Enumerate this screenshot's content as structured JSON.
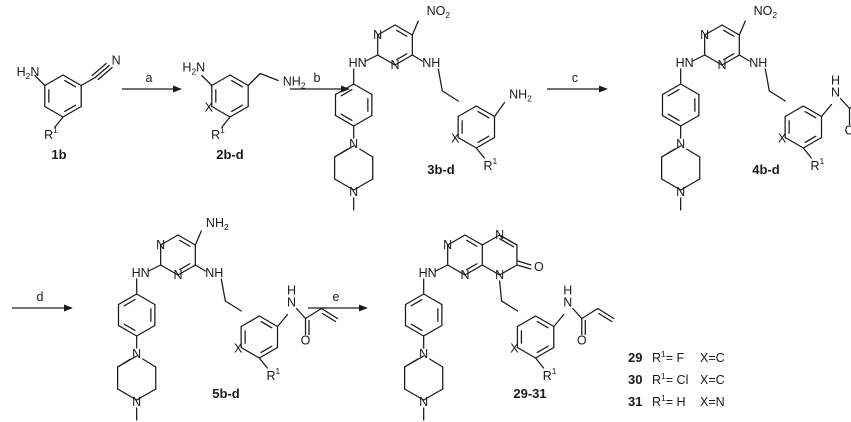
{
  "compounds": {
    "c1b": "1b",
    "c2bd": "2b-d",
    "c3bd": "3b-d",
    "c4bd": "4b-d",
    "c5bd": "5b-d",
    "c2931": "29-31"
  },
  "reagents": {
    "a": "a",
    "b": "b",
    "c": "c",
    "d": "d",
    "e": "e"
  },
  "atoms": {
    "H2N": "H",
    "H2N_sub": "2",
    "N_nitrile": "N",
    "R1_R": "R",
    "R1_sup": "1",
    "NH2_N": "NH",
    "NH2_sub": "2",
    "X": "X",
    "HN": "HN",
    "NH": "NH",
    "N": "N",
    "H": "H",
    "O": "O",
    "NO2_N": "NO",
    "NO2_sub": "2"
  },
  "legend": [
    {
      "num": "29",
      "r": "R",
      "sup": "1",
      "rest": "= F",
      "x": "X=C"
    },
    {
      "num": "30",
      "r": "R",
      "sup": "1",
      "rest": "= Cl",
      "x": "X=C"
    },
    {
      "num": "31",
      "r": "R",
      "sup": "1",
      "rest": "= H",
      "x": "X=N"
    }
  ]
}
